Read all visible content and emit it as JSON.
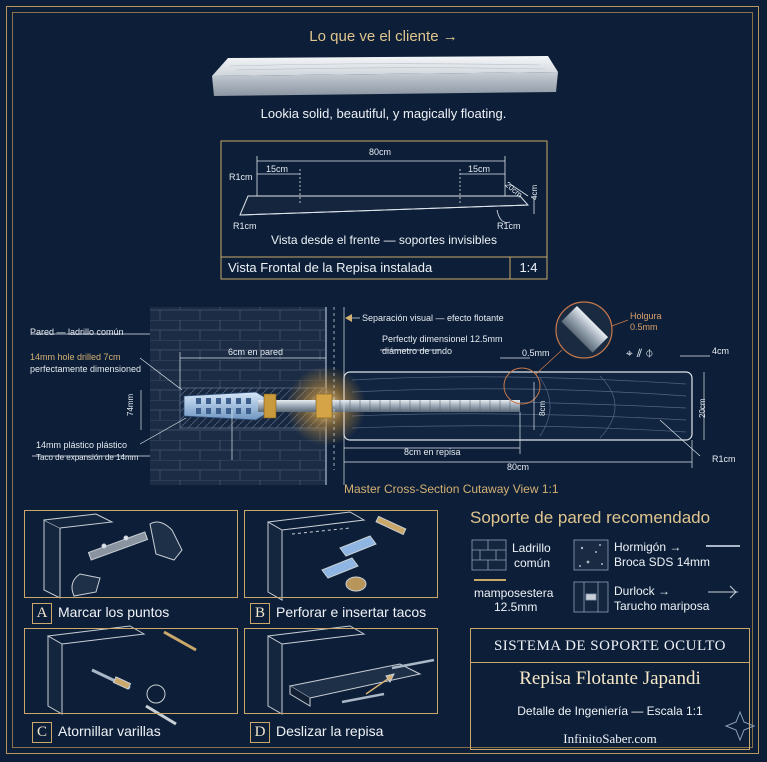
{
  "header": {
    "customer_view_label": "Lo que ve el cliente →",
    "tagline": "Lookia solid, beautiful, y magically floating."
  },
  "front_view": {
    "dim_total": "80cm",
    "dim_left": "15cm",
    "dim_right": "15cm",
    "dim_depth": "20cm",
    "dim_height": "4cm",
    "radius_top_left": "R1cm",
    "radius_bottom_left": "R1cm",
    "radius_bottom_right": "R1cm",
    "caption": "Vista desde el frente — soportes invisibles",
    "title": "Vista Frontal de la Repisa instalada",
    "scale": "1:4"
  },
  "cross_section": {
    "wall_label": "Pared — ladrillo común",
    "hole_label_1": "14mm hole drilled 7cm",
    "hole_label_2": "perfectamente dimensioned",
    "embed_label": "6cm en pared",
    "height_74": "74mm",
    "plug_label_1": "14mm plástico plástico",
    "plug_label_2": "Taco de expansión de 14mm",
    "gap_label": "Separación visual — efecto flotante",
    "bore_label_1": "Perfectly dimensionel 12.5mm",
    "bore_label_2": "diámetro de undo",
    "clearance_label": "0.5mm",
    "holgura_1": "Holgura",
    "holgura_2": "0.5mm",
    "symbols": "⌖ ⫽ ⏀",
    "dim_4cm": "4cm",
    "dim_8cm": "8cm",
    "dim_20cm": "20cm",
    "shelf_embed": "8cm en repisa",
    "shelf_total": "80cm",
    "radius": "R1cm",
    "title": "Master Cross-Section Cutaway View 1:1"
  },
  "steps": [
    {
      "letter": "A",
      "label": "Marcar los puntos"
    },
    {
      "letter": "B",
      "label": "Perforar e insertar tacos"
    },
    {
      "letter": "C",
      "label": "Atornillar varillas"
    },
    {
      "letter": "D",
      "label": "Deslizar la repisa"
    }
  ],
  "support": {
    "title": "Soporte de pared recomendado",
    "brick_1": "Ladrillo",
    "brick_2": "común",
    "concrete_1": "Hormigón →",
    "concrete_2": "Broca SDS 14mm",
    "masonry_1": "mamposestera",
    "masonry_2": "12.5mm",
    "drywall_1": "Durlock →",
    "drywall_2": "Tarucho mariposa"
  },
  "title_block": {
    "system": "SISTEMA DE SOPORTE OCULTO",
    "product": "Repisa Flotante Japandi",
    "detail": "Detalle de Ingeniería — Escala 1:1",
    "site": "InfinitoSaber.com"
  },
  "colors": {
    "background": "#0d1f38",
    "gold": "#c9a86a",
    "steel": "#a9b7c6",
    "plug": "#8fb6e2"
  }
}
